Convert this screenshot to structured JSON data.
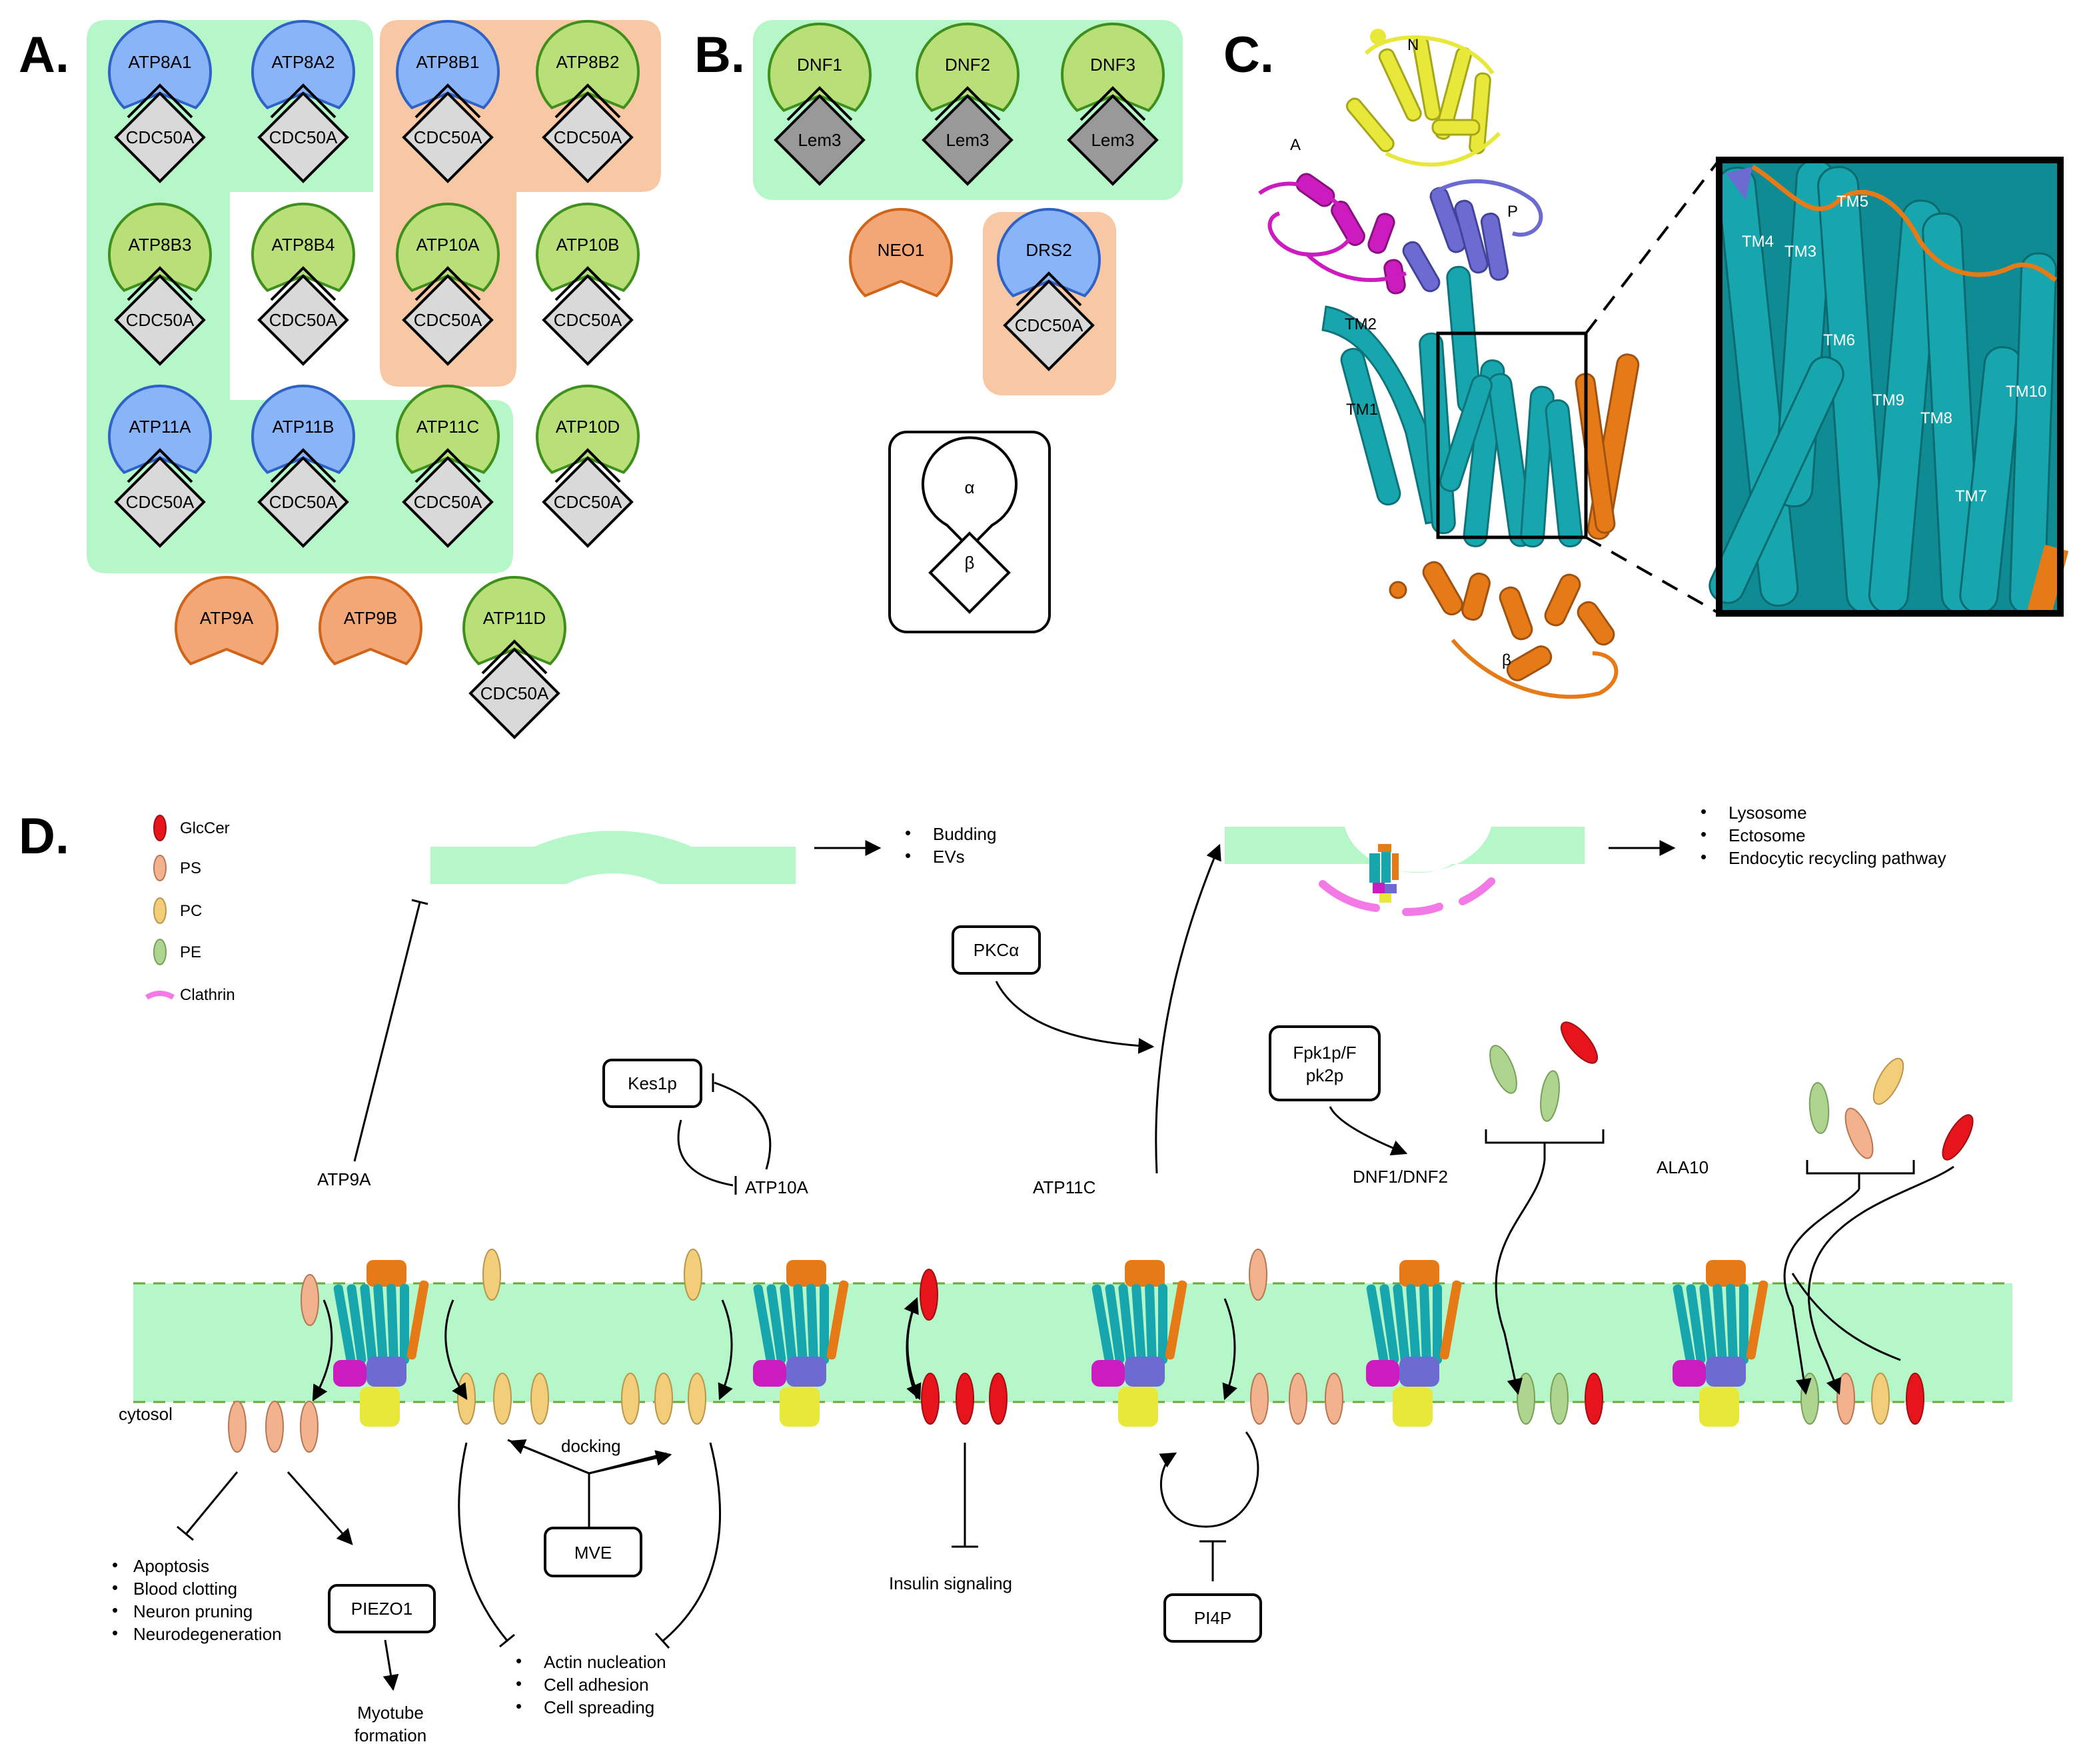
{
  "panel_labels": {
    "a": "A.",
    "b": "B.",
    "c": "C.",
    "d": "D."
  },
  "colors": {
    "green_region": "#b5f7c8",
    "orange_region": "#f7c8a3",
    "blue": "#8ab4f8",
    "green": "#b9df79",
    "orange": "#f4a776",
    "lightgray": "#d9d9d9",
    "darkgray": "#999999",
    "membrane": "#b5f7c8",
    "teal": "#17a6ad",
    "gold": "#f2cd7a",
    "glccer": "#e8141b",
    "pe": "#aed58f",
    "ps": "#f2b28e",
    "clathrin": "#f279e6",
    "protein_orange": "#e67a17",
    "protein_yellow": "#e8e83a",
    "protein_magenta": "#cc1bbf",
    "protein_slate": "#6b6bd1"
  },
  "panel_a": {
    "row1": [
      {
        "alpha": "ATP8A1",
        "alpha_color": "blue",
        "beta": "CDC50A"
      },
      {
        "alpha": "ATP8A2",
        "alpha_color": "blue",
        "beta": "CDC50A"
      },
      {
        "alpha": "ATP8B1",
        "alpha_color": "blue",
        "beta": "CDC50A"
      },
      {
        "alpha": "ATP8B2",
        "alpha_color": "green",
        "beta": "CDC50A"
      }
    ],
    "row2": [
      {
        "alpha": "ATP8B3",
        "alpha_color": "green",
        "beta": "CDC50A"
      },
      {
        "alpha": "ATP8B4",
        "alpha_color": "green",
        "beta": "CDC50A"
      },
      {
        "alpha": "ATP10A",
        "alpha_color": "green",
        "beta": "CDC50A"
      },
      {
        "alpha": "ATP10B",
        "alpha_color": "green",
        "beta": "CDC50A"
      }
    ],
    "row3": [
      {
        "alpha": "ATP11A",
        "alpha_color": "blue",
        "beta": "CDC50A"
      },
      {
        "alpha": "ATP11B",
        "alpha_color": "blue",
        "beta": "CDC50A"
      },
      {
        "alpha": "ATP11C",
        "alpha_color": "green",
        "beta": "CDC50A"
      },
      {
        "alpha": "ATP10D",
        "alpha_color": "green",
        "beta": "CDC50A"
      }
    ],
    "row4": [
      {
        "alpha": "ATP9A",
        "alpha_color": "orange"
      },
      {
        "alpha": "ATP9B",
        "alpha_color": "orange"
      },
      {
        "alpha": "ATP11D",
        "alpha_color": "green",
        "beta": "CDC50A"
      }
    ]
  },
  "panel_b": {
    "row1": [
      {
        "alpha": "DNF1",
        "alpha_color": "green",
        "beta": "Lem3"
      },
      {
        "alpha": "DNF2",
        "alpha_color": "green",
        "beta": "Lem3"
      },
      {
        "alpha": "DNF3",
        "alpha_color": "green",
        "beta": "Lem3"
      }
    ],
    "row2": [
      {
        "alpha": "NEO1",
        "alpha_color": "orange"
      },
      {
        "alpha": "DRS2",
        "alpha_color": "blue",
        "beta": "CDC50A"
      }
    ],
    "key": {
      "alpha": "α",
      "beta": "β"
    }
  },
  "panel_c": {
    "domains": {
      "n": "N",
      "a": "A",
      "p": "P",
      "beta": "β"
    },
    "tm_main": {
      "tm1": "TM1",
      "tm2": "TM2"
    },
    "tm_inset": {
      "tm3": "TM3",
      "tm4": "TM4",
      "tm5": "TM5",
      "tm6": "TM6",
      "tm7": "TM7",
      "tm8": "TM8",
      "tm9": "TM9",
      "tm10": "TM10"
    }
  },
  "panel_d": {
    "legend": [
      {
        "label": "GlcCer",
        "color": "glccer"
      },
      {
        "label": "PS",
        "color": "ps"
      },
      {
        "label": "PC",
        "color": "gold"
      },
      {
        "label": "PE",
        "color": "pe"
      },
      {
        "label": "Clathrin",
        "color": "clathrin"
      }
    ],
    "outcomes_budding": [
      "Budding",
      "EVs"
    ],
    "outcomes_lysosome": [
      "Lysosome",
      "Ectosome",
      "Endocytic recycling pathway"
    ],
    "boxes": {
      "pkc": "PKCα",
      "kes1p": "Kes1p",
      "fpk_line1": "Fpk1p/F",
      "fpk_line2": "pk2p",
      "mve": "MVE",
      "piezo1": "PIEZO1",
      "pi4p": "PI4P"
    },
    "labels": {
      "atp9a": "ATP9A",
      "atp10a": "ATP10A",
      "atp11c": "ATP11C",
      "dnf": "DNF1/DNF2",
      "ala10": "ALA10",
      "cytosol": "cytosol",
      "docking": "docking",
      "insulin": "Insulin signaling",
      "myotube_line1": "Myotube",
      "myotube_line2": "formation"
    },
    "ps_outcomes": [
      "Apoptosis",
      "Blood clotting",
      "Neuron pruning",
      "Neurodegeneration"
    ],
    "actin_outcomes": [
      "Actin nucleation",
      "Cell adhesion",
      "Cell spreading"
    ]
  }
}
